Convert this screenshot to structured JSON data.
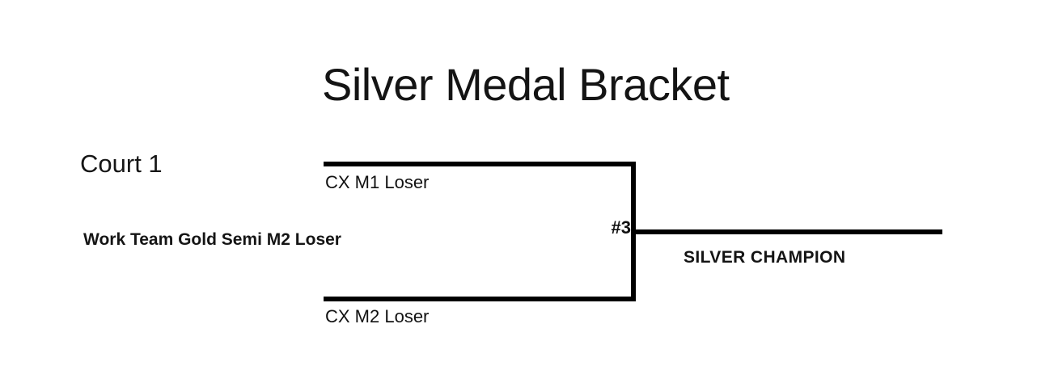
{
  "document": {
    "title": "Silver Medal Bracket",
    "background_color": "#ffffff",
    "line_color": "#000000",
    "text_color": "#121212"
  },
  "court": {
    "label": "Court 1"
  },
  "bracket": {
    "seed_source": "Work Team Gold Semi M2 Loser",
    "match": {
      "number": "#3",
      "slots": [
        {
          "position": "top",
          "label": "CX M1 Loser"
        },
        {
          "position": "bottom",
          "label": "CX M2 Loser"
        }
      ],
      "winner_label": "SILVER CHAMPION"
    }
  },
  "chart_data": {
    "type": "diagram",
    "subtype": "single-elimination-bracket",
    "title": "Silver Medal Bracket",
    "rounds": 1,
    "court": "Court 1",
    "entrants": [
      "CX M1 Loser",
      "CX M2 Loser"
    ],
    "feeder_note": "Work Team Gold Semi M2 Loser",
    "matches": [
      {
        "id": "#3",
        "participants": [
          "CX M1 Loser",
          "CX M2 Loser"
        ],
        "winner_slot_label": "SILVER CHAMPION",
        "winner": null
      }
    ]
  }
}
